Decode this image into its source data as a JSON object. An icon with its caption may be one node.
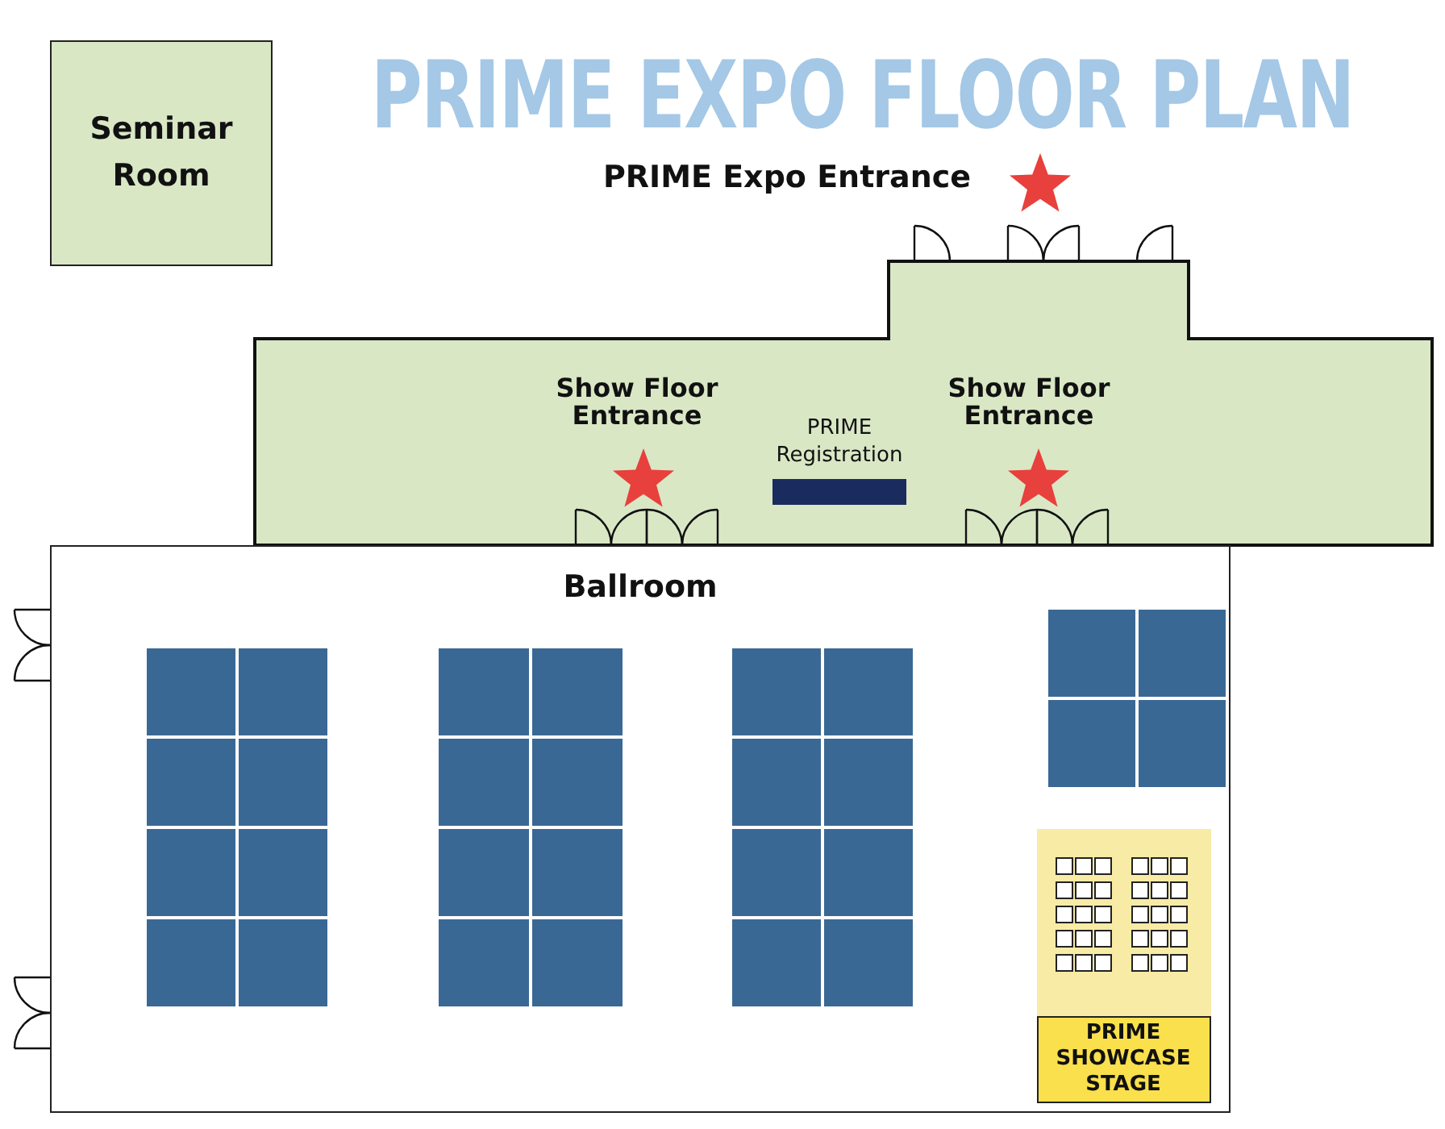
{
  "diagram": {
    "title": "PRIME EXPO FLOOR PLAN",
    "nodes": [
      {
        "text": [
          "Seminar Room"
        ]
      },
      {
        "text": [
          "Ballroom"
        ]
      },
      {
        "text": [
          "PRIME SHOWCASE STAGE"
        ],
        "in": 1
      },
      {
        "text": [
          "PRIME Registration"
        ]
      }
    ],
    "labels": [
      "PRIME Expo Entrance",
      "Show Floor Entrance",
      "Show Floor Entrance"
    ]
  }
}
